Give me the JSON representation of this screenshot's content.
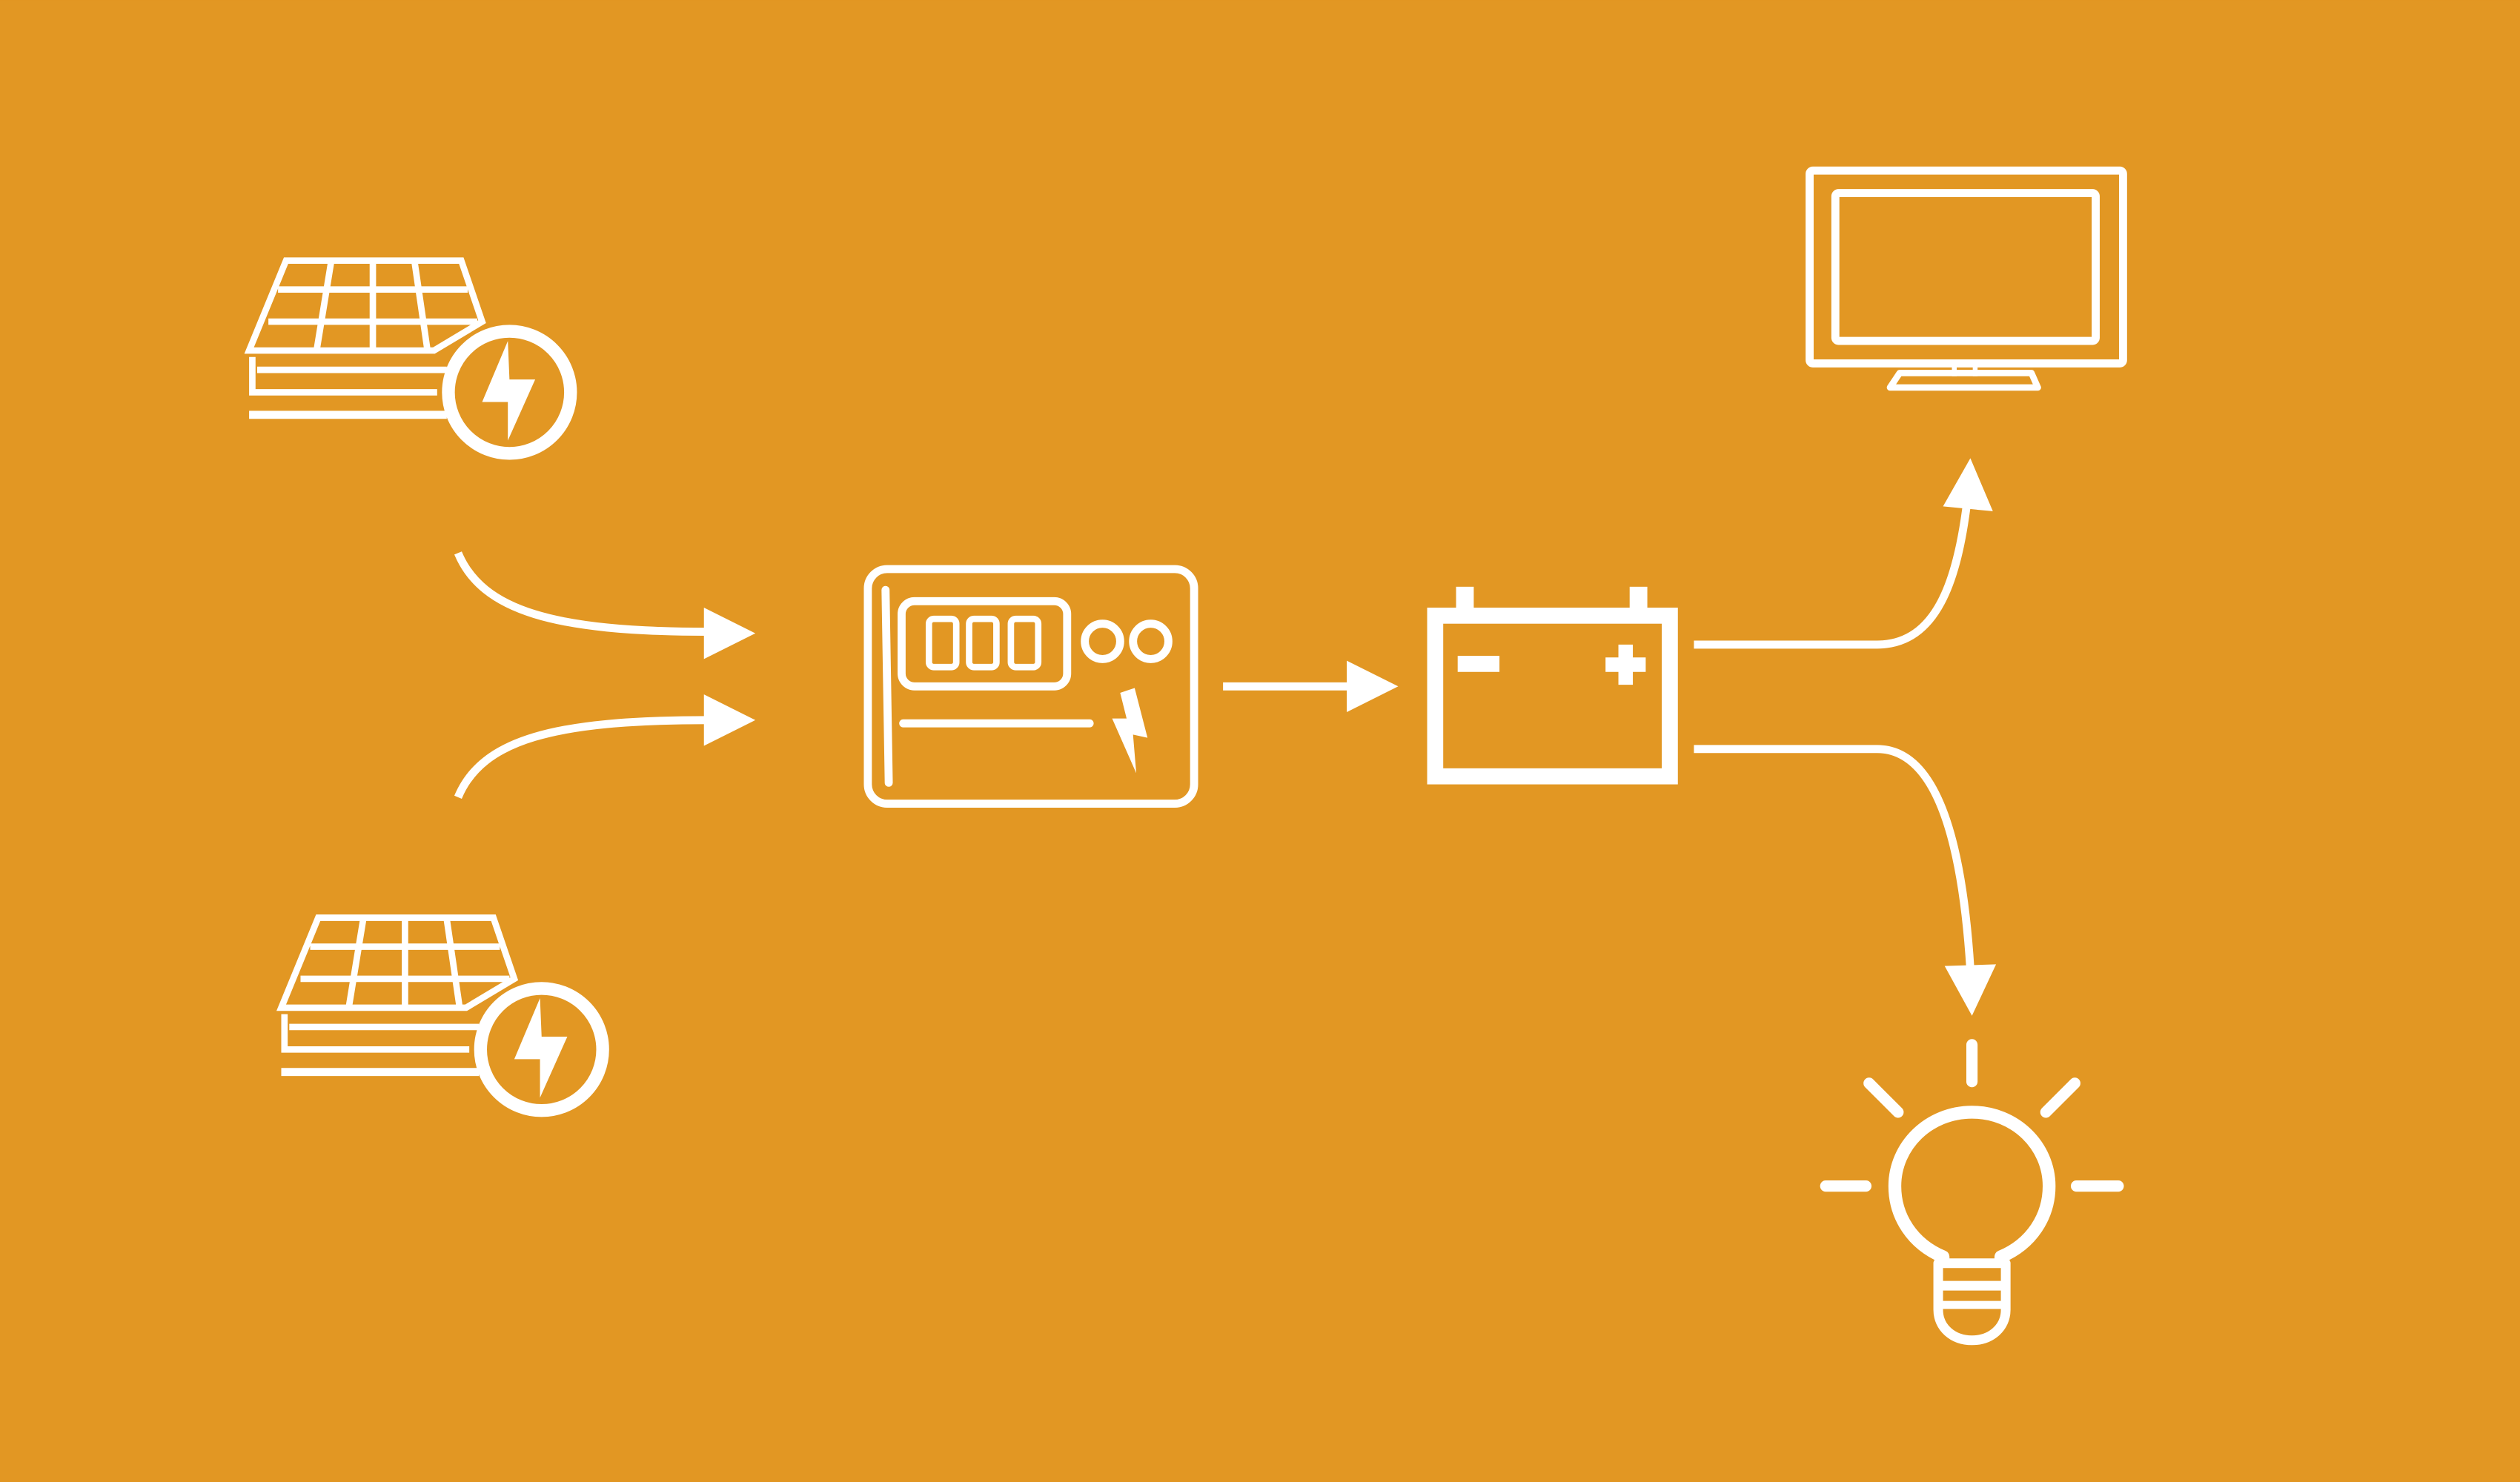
{
  "diagram": {
    "description_free": true,
    "background_color": "#E29723",
    "stroke_color": "#FFFFFF",
    "nodes": [
      {
        "id": "solar-panel-top",
        "icon": "solar-panel-icon"
      },
      {
        "id": "solar-panel-bottom",
        "icon": "solar-panel-icon"
      },
      {
        "id": "charge-controller",
        "icon": "charge-controller-icon"
      },
      {
        "id": "battery",
        "icon": "battery-icon"
      },
      {
        "id": "monitor",
        "icon": "monitor-icon"
      },
      {
        "id": "light-bulb",
        "icon": "light-bulb-icon"
      }
    ],
    "edges": [
      {
        "from": "solar-panel-top",
        "to": "charge-controller"
      },
      {
        "from": "solar-panel-bottom",
        "to": "charge-controller"
      },
      {
        "from": "charge-controller",
        "to": "battery"
      },
      {
        "from": "battery",
        "to": "monitor"
      },
      {
        "from": "battery",
        "to": "light-bulb"
      }
    ]
  }
}
